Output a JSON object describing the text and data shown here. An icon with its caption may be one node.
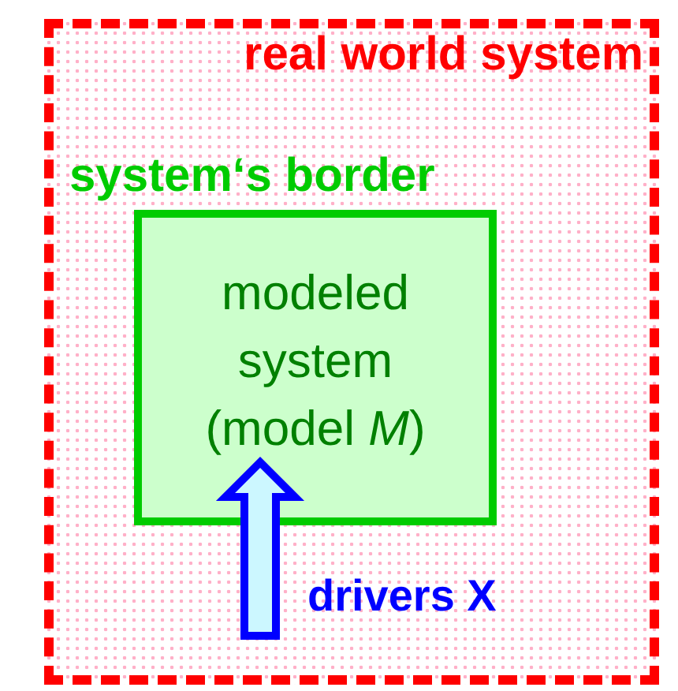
{
  "diagram": {
    "nodes": [
      {
        "text": [
          "real world system"
        ]
      },
      {
        "text": [
          "system‘s border",
          "modeled system (model *M*)"
        ],
        "in": 0
      }
    ],
    "edges": [
      {
        "from": null,
        "to": 1,
        "arrow": "to",
        "label": "drivers X",
        "color": "#0000ff"
      }
    ]
  }
}
